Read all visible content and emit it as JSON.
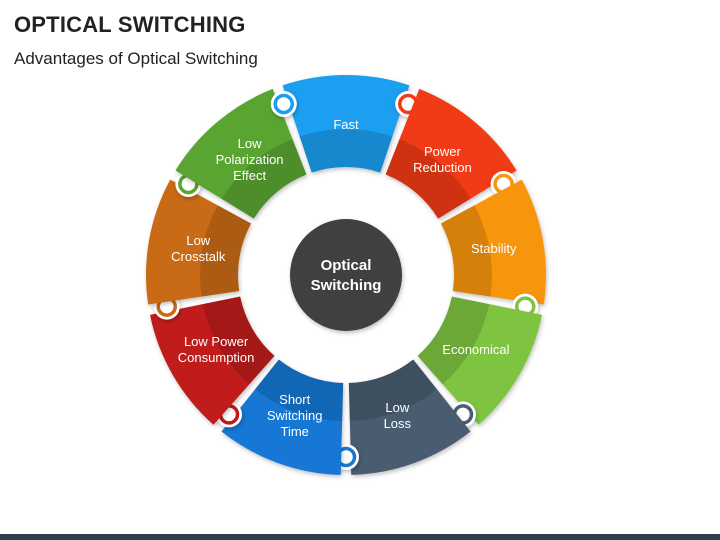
{
  "title": "OPTICAL SWITCHING",
  "subtitle": "Advantages of Optical Switching",
  "center": {
    "lines": [
      "Optical",
      "Switching"
    ],
    "color": "#404040"
  },
  "segments": [
    {
      "lines": [
        "Fast"
      ],
      "color": "#1a9ff0",
      "icon": "speed-clock-icon"
    },
    {
      "lines": [
        "Power",
        "Reduction"
      ],
      "color": "#f03a16",
      "icon": "power-plug-icon"
    },
    {
      "lines": [
        "Stability"
      ],
      "color": "#f7960f",
      "icon": "balance-scale-icon"
    },
    {
      "lines": [
        "Economical"
      ],
      "color": "#7ec440",
      "icon": "money-hand-icon"
    },
    {
      "lines": [
        "Low",
        "Loss"
      ],
      "color": "#4a5b6f",
      "icon": "loss-arrow-icon"
    },
    {
      "lines": [
        "Short",
        "Switching",
        "Time"
      ],
      "color": "#1977d4",
      "icon": "stopwatch-icon"
    },
    {
      "lines": [
        "Low Power",
        "Consumption"
      ],
      "color": "#c01a1a",
      "icon": "battery-icon"
    },
    {
      "lines": [
        "Low",
        "Crosstalk"
      ],
      "color": "#c96a12",
      "icon": "crosstalk-icon"
    },
    {
      "lines": [
        "Low",
        "Polarization",
        "Effect"
      ],
      "color": "#5aa530",
      "icon": "polarization-bulb-icon"
    }
  ]
}
